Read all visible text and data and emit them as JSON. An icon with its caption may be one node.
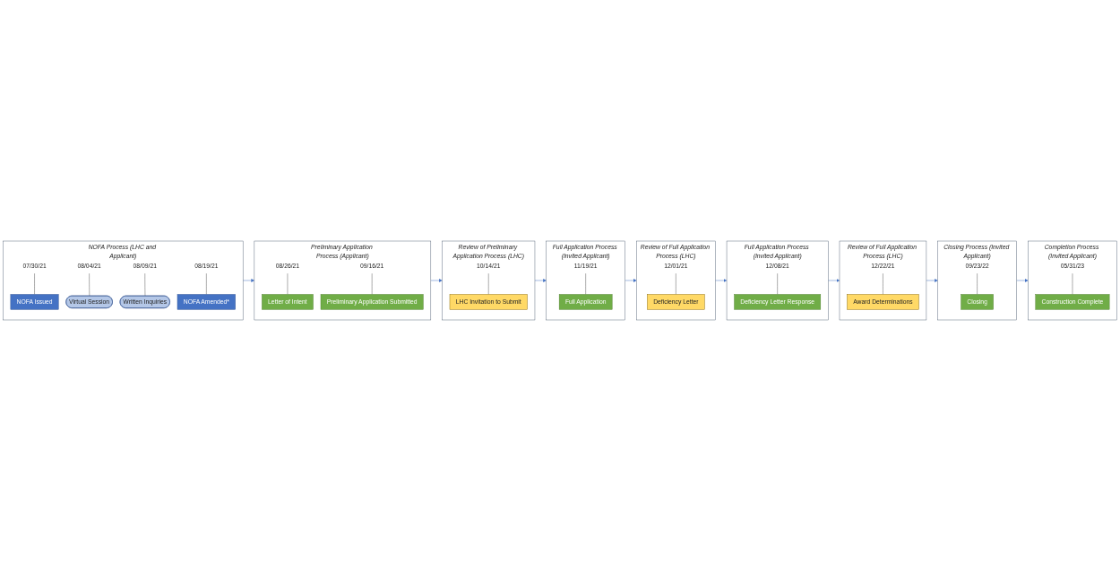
{
  "diagram": {
    "nodes": [
      {
        "text": [
          "NOFA Process (LHC and Applicant)"
        ]
      },
      {
        "text": [
          "07/30/21"
        ],
        "in": 0
      },
      {
        "text": [
          "NOFA Issued"
        ],
        "in": 0
      },
      {
        "text": [
          "08/04/21"
        ],
        "in": 0
      },
      {
        "text": [
          "Virtual Session"
        ],
        "in": 0
      },
      {
        "text": [
          "08/09/21"
        ],
        "in": 0
      },
      {
        "text": [
          "Written Inquiries"
        ],
        "in": 0
      },
      {
        "text": [
          "08/19/21"
        ],
        "in": 0
      },
      {
        "text": [
          "NOFA Amended*"
        ],
        "in": 0
      },
      {
        "text": [
          "Preliminary Application Process (Applicant)"
        ]
      },
      {
        "text": [
          "08/26/21"
        ],
        "in": 9
      },
      {
        "text": [
          "Letter of Intent"
        ],
        "in": 9
      },
      {
        "text": [
          "09/16/21"
        ],
        "in": 9
      },
      {
        "text": [
          "Preliminary Application Submitted"
        ],
        "in": 9
      },
      {
        "text": [
          "Review of Preliminary Application Process (LHC)"
        ]
      },
      {
        "text": [
          "10/14/21"
        ],
        "in": 14
      },
      {
        "text": [
          "LHC Invitation to Submit"
        ],
        "in": 14
      },
      {
        "text": [
          "Full Application Process (Invited Applicant)"
        ]
      },
      {
        "text": [
          "11/19/21"
        ],
        "in": 17
      },
      {
        "text": [
          "Full Application"
        ],
        "in": 17
      },
      {
        "text": [
          "Review of Full Application Process (LHC)"
        ]
      },
      {
        "text": [
          "12/01/21"
        ],
        "in": 20
      },
      {
        "text": [
          "Deficiency Letter"
        ],
        "in": 20
      },
      {
        "text": [
          "Full Application Process (Invited Applicant)"
        ]
      },
      {
        "text": [
          "12/08/21"
        ],
        "in": 23
      },
      {
        "text": [
          "Deficiency Letter Response"
        ],
        "in": 23
      },
      {
        "text": [
          "Review of Full Application Process (LHC)"
        ]
      },
      {
        "text": [
          "12/22/21"
        ],
        "in": 26
      },
      {
        "text": [
          "Award Determinations"
        ],
        "in": 26
      },
      {
        "text": [
          "Closing Process (Invited Applicant)"
        ]
      },
      {
        "text": [
          "09/23/22"
        ],
        "in": 29
      },
      {
        "text": [
          "Closing"
        ],
        "in": 29
      },
      {
        "text": [
          "Completion Process (Invited Applicant)"
        ]
      },
      {
        "text": [
          "05/31/23"
        ],
        "in": 32
      },
      {
        "text": [
          "Construction Complete"
        ],
        "in": 32
      }
    ],
    "edges": [
      {
        "from": 1,
        "to": 2,
        "arrow": "none"
      },
      {
        "from": 3,
        "to": 4,
        "arrow": "none"
      },
      {
        "from": 5,
        "to": 6,
        "arrow": "none"
      },
      {
        "from": 7,
        "to": 8,
        "arrow": "none"
      },
      {
        "from": 0,
        "to": 9,
        "arrow": "to",
        "color": "#4472c4"
      },
      {
        "from": 10,
        "to": 11,
        "arrow": "none"
      },
      {
        "from": 12,
        "to": 13,
        "arrow": "none"
      },
      {
        "from": 9,
        "to": 14,
        "arrow": "to",
        "color": "#4472c4"
      },
      {
        "from": 15,
        "to": 16,
        "arrow": "none"
      },
      {
        "from": 14,
        "to": 17,
        "arrow": "to",
        "color": "#4472c4"
      },
      {
        "from": 18,
        "to": 19,
        "arrow": "none"
      },
      {
        "from": 17,
        "to": 20,
        "arrow": "to",
        "color": "#4472c4"
      },
      {
        "from": 21,
        "to": 22,
        "arrow": "none"
      },
      {
        "from": 20,
        "to": 23,
        "arrow": "to",
        "color": "#4472c4"
      },
      {
        "from": 24,
        "to": 25,
        "arrow": "none"
      },
      {
        "from": 23,
        "to": 26,
        "arrow": "to",
        "color": "#4472c4"
      },
      {
        "from": 27,
        "to": 28,
        "arrow": "none"
      },
      {
        "from": 26,
        "to": 29,
        "arrow": "to",
        "color": "#4472c4"
      },
      {
        "from": 30,
        "to": 31,
        "arrow": "none"
      },
      {
        "from": 29,
        "to": 32,
        "arrow": "to",
        "color": "#4472c4"
      },
      {
        "from": 33,
        "to": 34,
        "arrow": "none"
      }
    ]
  }
}
